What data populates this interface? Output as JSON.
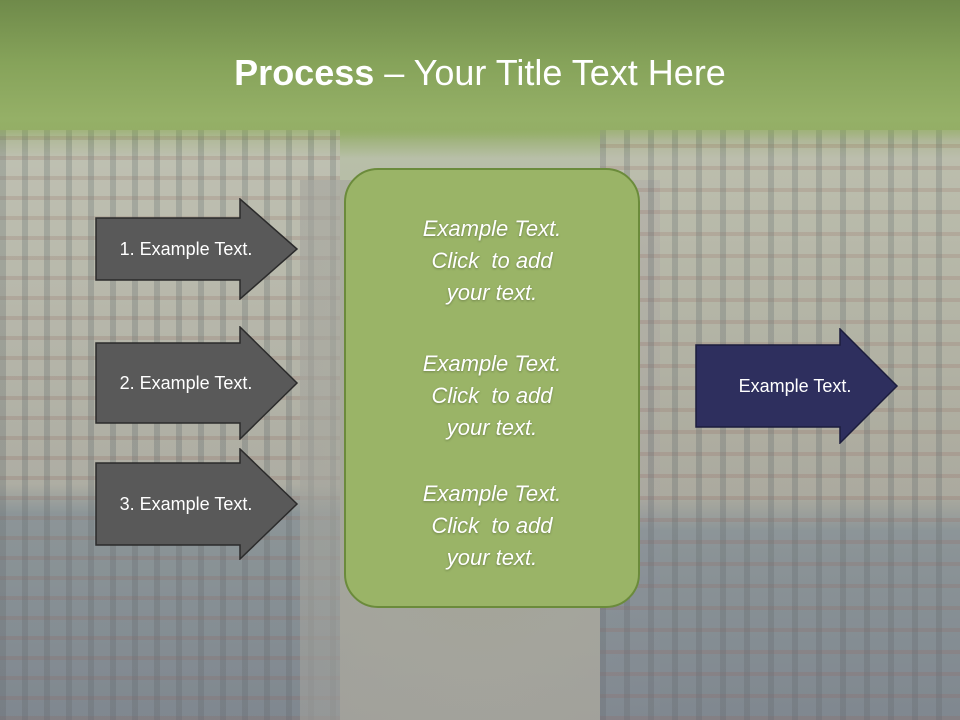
{
  "title": {
    "bold": "Process",
    "separator": " – ",
    "rest": "Your Title Text Here"
  },
  "left_arrows": [
    {
      "label": "1. Example Text."
    },
    {
      "label": "2. Example Text."
    },
    {
      "label": "3. Example Text."
    }
  ],
  "center_box": {
    "paragraphs": [
      {
        "line1": "Example Text.",
        "line2": "Click  to add",
        "line3": "your text."
      },
      {
        "line1": "Example Text.",
        "line2": "Click  to add",
        "line3": "your text."
      },
      {
        "line1": "Example Text.",
        "line2": "Click  to add",
        "line3": "your text."
      }
    ]
  },
  "right_arrow": {
    "label": "Example Text."
  },
  "colors": {
    "title_band": "#86a35a",
    "left_arrow_fill": "#595959",
    "center_box_fill": "#9ab467",
    "right_arrow_fill": "#2e2f5e"
  }
}
